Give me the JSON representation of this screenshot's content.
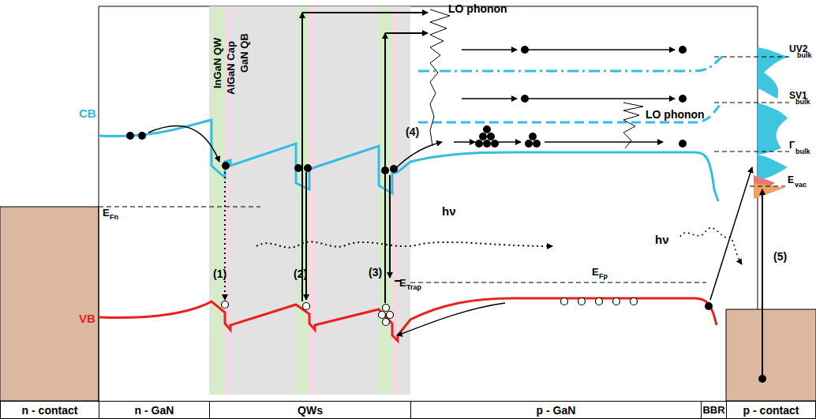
{
  "diagram": {
    "nodes": [
      {
        "text": [
          "n - contact"
        ]
      },
      {
        "text": [
          "n - GaN"
        ]
      },
      {
        "text": [
          "QWs"
        ]
      },
      {
        "text": [
          "p - GaN"
        ]
      },
      {
        "text": [
          "BBR"
        ]
      },
      {
        "text": [
          "p - contact"
        ]
      }
    ],
    "labels": [
      "InGaN QW",
      "AlGaN Cap",
      "GaN QB",
      "LO phonon",
      "LO phonon",
      "CB",
      "VB",
      "E",
      "Fn",
      "E",
      "Fp",
      "E",
      "Trap",
      "hν",
      "hν",
      "(1)",
      "(2)",
      "(3)",
      "(4)",
      "(5)",
      "UV2",
      "bulk",
      "SV1",
      "bulk",
      "Γ",
      "bulk",
      "E",
      "vac"
    ]
  }
}
